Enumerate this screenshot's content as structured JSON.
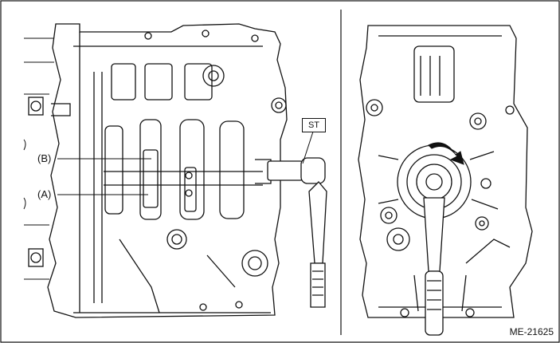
{
  "labels": {
    "b": "(B)",
    "a": "(A)",
    "st": "ST",
    "code": "ME-21625"
  },
  "colors": {
    "line": "#111111",
    "background": "#ffffff"
  },
  "icons": {
    "rotation_arrow": "curved-arrow-icon"
  }
}
